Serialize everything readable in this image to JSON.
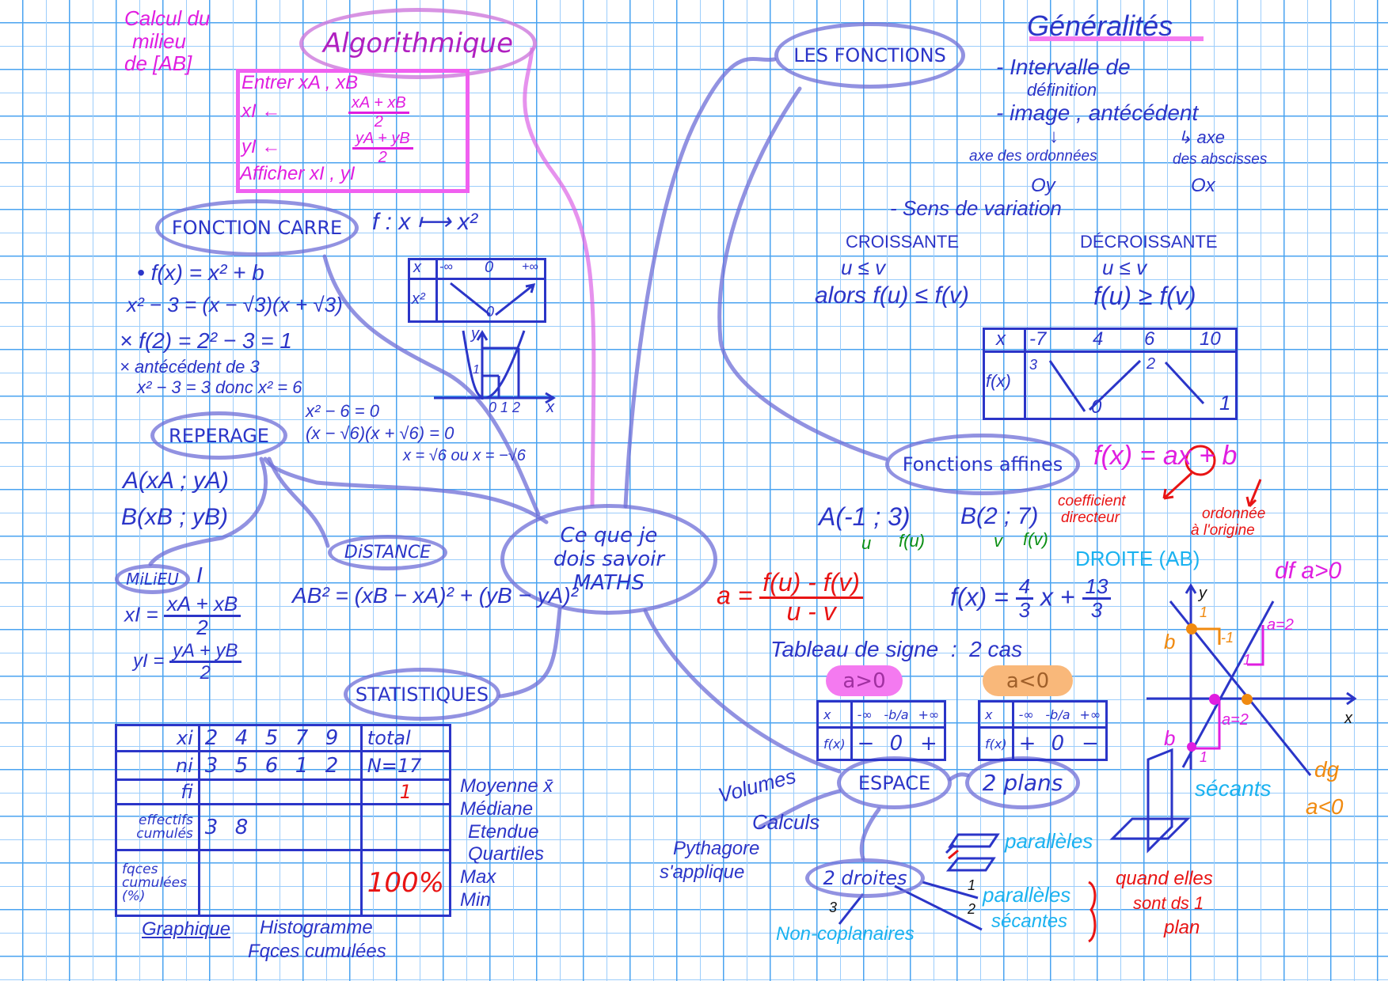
{
  "center": {
    "line1": "Ce que je",
    "line2": "dois savoir",
    "line3": "MATHS"
  },
  "algo": {
    "title": "Algorithmique",
    "side_note": [
      "Calcul du",
      "milieu",
      "de [AB]"
    ],
    "lines": [
      "Entrer xA , xB",
      "xI ←",
      "xA + xB",
      "2",
      "yI ←",
      "yA + yB",
      "2",
      "Afficher xI , yI"
    ]
  },
  "fonctions": {
    "title": "LES FONCTIONS",
    "generalites": {
      "heading": "Généralités",
      "items": [
        "- Intervalle de",
        "définition",
        "- image , antécédent",
        "axe des ordonnées",
        "Oy",
        "↳ axe",
        "des abscisses",
        "Ox",
        "- Sens de variation"
      ],
      "croissante": [
        "CROISSANTE",
        "u ≤ v",
        "alors f(u) ≤ f(v)"
      ],
      "decroissante": [
        "DÉCROISSANTE",
        "u ≤ v",
        "f(u) ≥ f(v)"
      ],
      "var_table": {
        "x_label": "x",
        "x_values": [
          "-7",
          "4",
          "6",
          "10"
        ],
        "f_label": "f(x)",
        "f_values": [
          "3",
          "0",
          "2",
          "1"
        ]
      }
    },
    "affines": {
      "title": "Fonctions affines",
      "formula": [
        "f(x) = ",
        "a",
        "x + b"
      ],
      "coef": [
        "coefficient",
        "directeur"
      ],
      "ordonnee": [
        "ordonnée",
        "à l'origine"
      ],
      "pointA": "A(-1 ; 3)",
      "pointA_sub": [
        "u",
        "f(u)"
      ],
      "pointB": "B(2 ; 7)",
      "pointB_sub": [
        "v",
        "f(v)"
      ],
      "droite": "DROITE (AB)",
      "slope": [
        "a = ",
        "f(u) - f(v)",
        "u - v"
      ],
      "example": [
        "f(x) = ",
        "4",
        "3",
        "x + ",
        "13",
        "3"
      ],
      "tableau": "Tableau de signe  :  2 cas",
      "case_pos": "a>0",
      "case_neg": "a<0",
      "sign_pos": {
        "head": [
          "x",
          "-∞",
          "-b/a",
          "+∞"
        ],
        "row": [
          "f(x)",
          "−",
          "0",
          "+"
        ]
      },
      "sign_neg": {
        "head": [
          "x",
          "-∞",
          "-b/a",
          "+∞"
        ],
        "row": [
          "f(x)",
          "+",
          "0",
          "−"
        ]
      },
      "graph": {
        "y": "y",
        "x": "x",
        "df": "df a>0",
        "dg": "dg",
        "dg_cond": "a<0",
        "b1": "b",
        "b2": "b",
        "one1": "1",
        "m1": "-1",
        "one2": "1",
        "a2": "a=2",
        "a2b": "a=2",
        "one3": "1"
      }
    }
  },
  "carre": {
    "title": "FONCTION CARRE",
    "def": "f : x ⟼ x²",
    "lines": [
      "• f(x) = x² + b",
      "x² − 3 = (x − √3)(x + √3)",
      "× f(2) = 2² − 3 = 1",
      "× antécédent de 3",
      "x² − 3 = 3  donc  x² = 6",
      "x² − 6 = 0",
      "(x − √6)(x + √6) = 0",
      "x = √6  ou x = −√6"
    ],
    "table": {
      "head": [
        "x",
        "-∞",
        "0",
        "+∞"
      ],
      "row_label": "x²",
      "min": "0"
    },
    "graph": {
      "y": "y",
      "x": "x",
      "ticks": "0 1 2",
      "one": "1"
    }
  },
  "reperage": {
    "title": "REPERAGE",
    "pointA": "A(xA ; yA)",
    "pointB": "B(xB ; yB)",
    "milieu": "MiLiEU",
    "milieu_point": "I",
    "xI": [
      "xI = ",
      "xA + xB",
      "2"
    ],
    "yI": [
      "yI = ",
      "yA + yB",
      "2"
    ],
    "distance": "DiSTANCE",
    "distance_formula": "AB² = (xB − xA)² + (yB − yA)²"
  },
  "stats": {
    "title": "STATISTIQUES",
    "rows": [
      {
        "label": "xi",
        "values": [
          "2",
          "4",
          "5",
          "7",
          "9"
        ],
        "total": "total"
      },
      {
        "label": "ni",
        "values": [
          "3",
          "5",
          "6",
          "1",
          "2"
        ],
        "total": "N=17"
      },
      {
        "label": "fi",
        "values": [],
        "total": "1"
      },
      {
        "label": "effectifs cumulés",
        "values": [
          "3",
          "8"
        ],
        "total": ""
      },
      {
        "label": "fqces cumulées (%)",
        "values": [],
        "total": "100%"
      }
    ],
    "measures": [
      "Moyenne  x̄",
      "Médiane",
      "Etendue",
      "Quartiles",
      "Max",
      "Min"
    ],
    "graphique": "Graphique",
    "histogramme": "Histogramme",
    "fqces": "Fqces cumulées"
  },
  "espace": {
    "title": "ESPACE",
    "volumes": "Volumes",
    "calculs": "Calculs",
    "pythagore": [
      "Pythagore",
      "s'applique"
    ],
    "plans": "2 plans",
    "paralleles": "parallèles",
    "secants": "sécants",
    "droites": "2 droites",
    "d1": "1",
    "d2": "2",
    "d3": "3",
    "d_paralleles": "parallèles",
    "d_secantes": "sécantes",
    "non_coplanaires": "Non-coplanaires",
    "quand": [
      "quand elles",
      "sont ds 1",
      "plan"
    ]
  },
  "colors": {
    "ink": "#2b35c8",
    "algo": "#e01ee0",
    "red": "#e81414",
    "cyan": "#1ab2f0",
    "green": "#0c8f14",
    "orange": "#f08a10",
    "link": "#8080dc"
  }
}
